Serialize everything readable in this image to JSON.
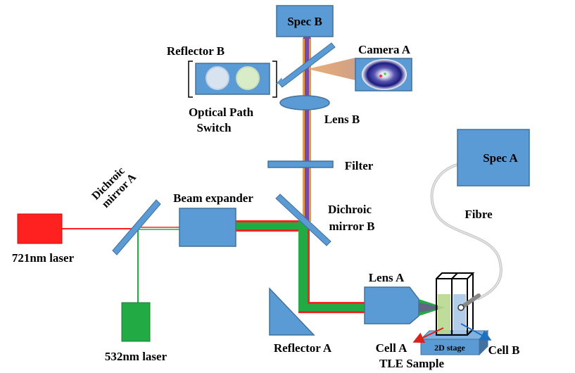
{
  "labels": {
    "spec_b": "Spec B",
    "camera_a": "Camera A",
    "reflector_b": "Reflector B",
    "optical_path_line1": "Optical Path",
    "optical_path_line2": "Switch",
    "lens_b": "Lens B",
    "filter": "Filter",
    "spec_a": "Spec A",
    "fibre": "Fibre",
    "dichroic_a_line1": "Dichroic",
    "dichroic_a_line2": "mirror A",
    "beam_expander": "Beam expander",
    "dichroic_b_line1": "Dichroic",
    "dichroic_b_line2": "mirror B",
    "laser_721": "721nm laser",
    "laser_532": "532nm laser",
    "lens_a": "Lens A",
    "reflector_a": "Reflector A",
    "cell_a": "Cell A",
    "tle_sample": "TLE Sample",
    "stage_2d": "2D stage",
    "cell_b": "Cell B"
  },
  "colors": {
    "component_fill": "#5b9bd5",
    "component_stroke": "#41719c",
    "red_laser": "#ff2020",
    "green_laser": "#22aa44",
    "purple_beam": "#7a4aa0",
    "orange_beam": "#e09a50",
    "fibre": "#c0c0c0",
    "arrow_red": "#e02020",
    "arrow_blue": "#2070c0"
  }
}
